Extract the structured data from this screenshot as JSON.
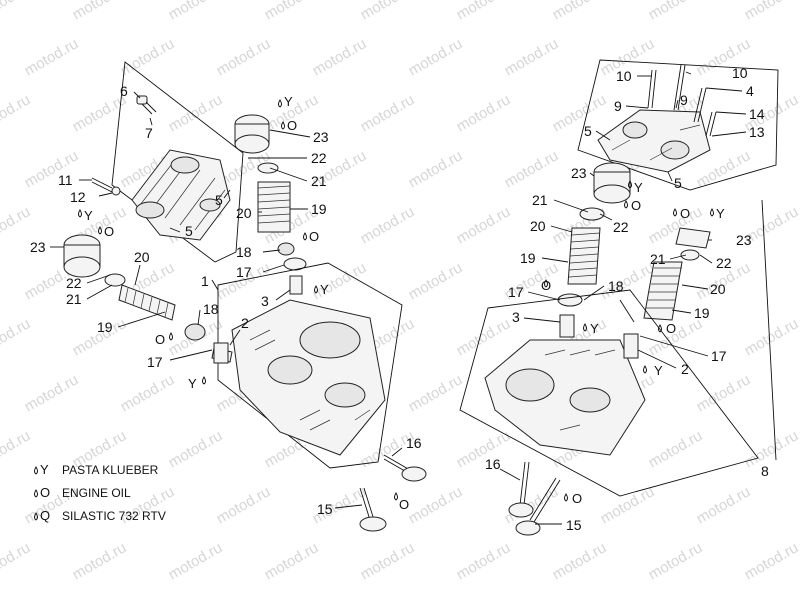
{
  "watermark": "motod.ru",
  "legend": [
    {
      "symbol": "Y",
      "text": "PASTA KLUEBER"
    },
    {
      "symbol": "O",
      "text": "ENGINE OIL"
    },
    {
      "symbol": "Q",
      "text": "SILASTIC 732 RTV"
    }
  ],
  "callouts": {
    "l_6": "6",
    "l_7": "7",
    "l_11": "11",
    "l_12": "12",
    "l_5a": "5",
    "l_5b": "5",
    "l_y1": "Y",
    "l_o1": "O",
    "l_23a": "23",
    "l_22a": "22",
    "l_21a": "21",
    "l_20a": "20",
    "l_19a": "19",
    "l_18a": "18",
    "l_17a": "17",
    "l_y2": "Y",
    "l_o2": "O",
    "l_23b": "23",
    "l_22b": "22",
    "l_21b": "21",
    "l_20b": "20",
    "l_18b": "18",
    "l_o3": "O",
    "l_17b": "17",
    "l_19b": "19",
    "l_o4": "O",
    "l_1": "1",
    "l_3a": "3",
    "l_y3": "Y",
    "l_2a": "2",
    "l_y4": "Y",
    "l_16a": "16",
    "l_15a": "15",
    "l_o5": "O",
    "r_10a": "10",
    "r_10b": "10",
    "r_4": "4",
    "r_9a": "9",
    "r_9b": "9",
    "r_14": "14",
    "r_13": "13",
    "r_5a": "5",
    "r_5b": "5",
    "r_23a": "23",
    "r_y1": "Y",
    "r_o1": "O",
    "r_21a": "21",
    "r_22a": "22",
    "r_20a": "20",
    "r_19a": "19",
    "r_17a": "17",
    "r_o2": "O",
    "r_18": "18",
    "r_o3": "O",
    "r_y2": "Y",
    "r_23b": "23",
    "r_21b": "21",
    "r_22b": "22",
    "r_20b": "20",
    "r_19b": "19",
    "r_o4": "O",
    "r_3": "3",
    "r_y3": "Y",
    "r_17b": "17",
    "r_y4": "Y",
    "r_2": "2",
    "r_8": "8",
    "r_16": "16",
    "r_o5": "O",
    "r_15": "15"
  }
}
